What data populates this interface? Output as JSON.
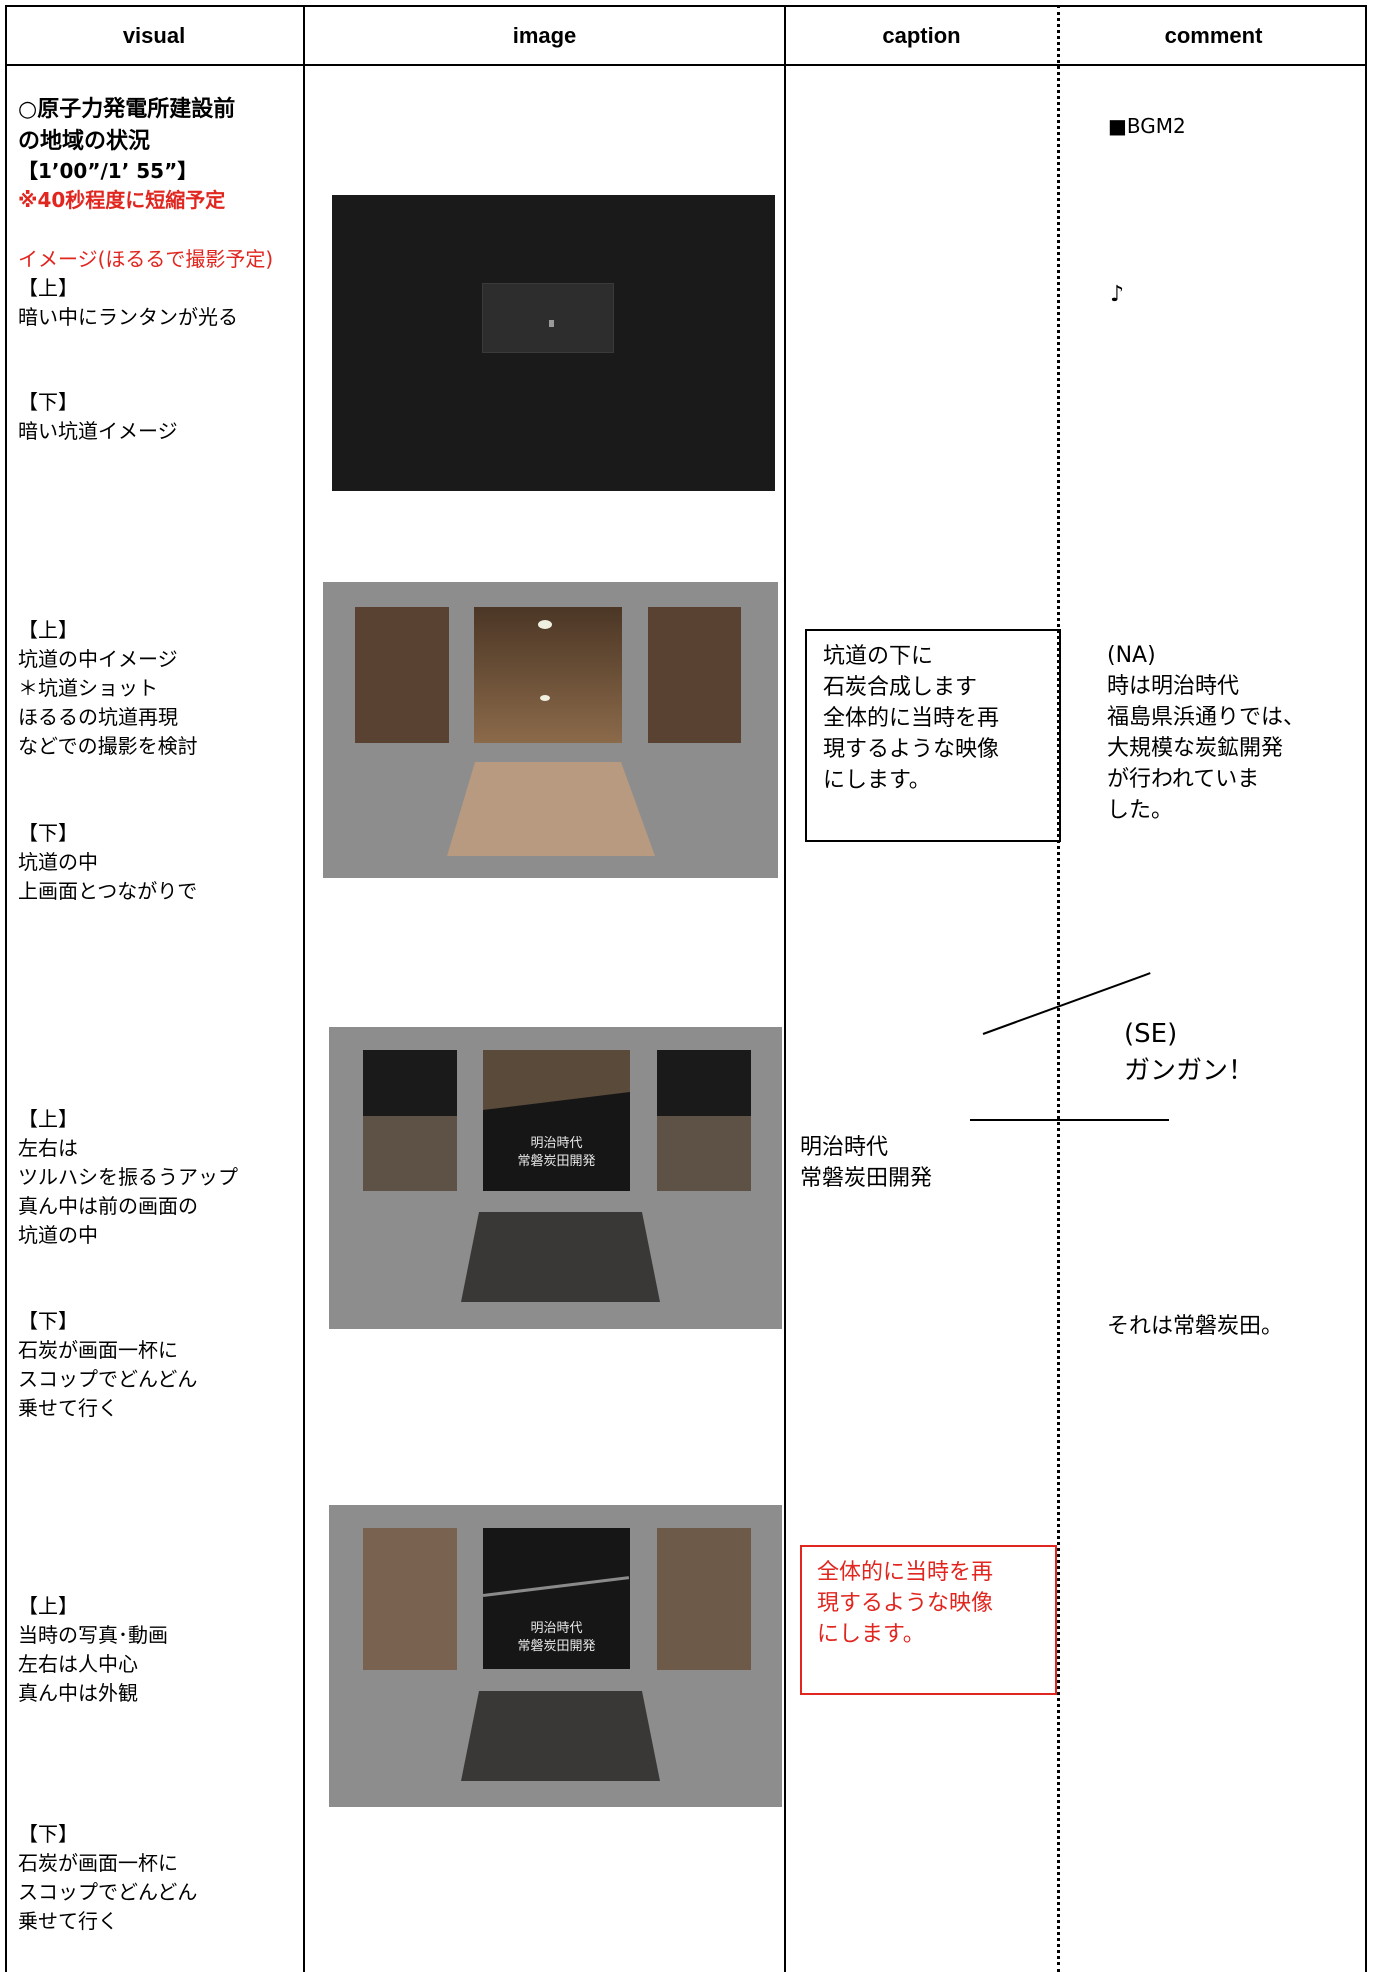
{
  "headers": {
    "visual": "visual",
    "image": "image",
    "caption": "caption",
    "comment": "comment"
  },
  "visual": {
    "title_line1": "○原子力発電所建設前",
    "title_line2": "の地域の状況",
    "timing": "【1’00”/1’ 55”】",
    "note": "※40秒程度に短縮予定",
    "image_note": "イメージ(ほるるで撮影予定)",
    "s1": "【上】\n暗い中にランタンが光る",
    "s2": "【下】\n暗い坑道イメージ",
    "s3": "【上】\n坑道の中イメージ\n＊坑道ショット\nほるるの坑道再現\nなどでの撮影を検討",
    "s4": "【下】\n坑道の中\n上画面とつながりで",
    "s5": "【上】\n左右は\nツルハシを振るうアップ\n真ん中は前の画面の\n坑道の中",
    "s6": "【下】\n石炭が画面一杯に\nスコップでどんどん\n乗せて行く",
    "s7": "【上】\n当時の写真･動画\n左右は人中心\n真ん中は外観",
    "s8": "【下】\n石炭が画面一杯に\nスコップでどんどん\n乗せて行く"
  },
  "images": {
    "overlay_line1": "明治時代",
    "overlay_line2": "常磐炭田開発"
  },
  "caption": {
    "box1": "坑道の下に\n石炭合成します\n全体的に当時を再\n現するような映像\nにします。",
    "meiji": "明治時代\n常磐炭田開発",
    "box2": "全体的に当時を再\n現するような映像\nにします。"
  },
  "comment": {
    "bgm": "■BGM2",
    "note_symbol": "♪",
    "na": "(NA)\n時は明治時代\n福島県浜通りでは、\n大規模な炭鉱開発\nが行われていま\nした。",
    "se": "(SE)\nガンガン！",
    "joban": "それは常磐炭田。"
  },
  "colors": {
    "red": "#e0261f"
  }
}
